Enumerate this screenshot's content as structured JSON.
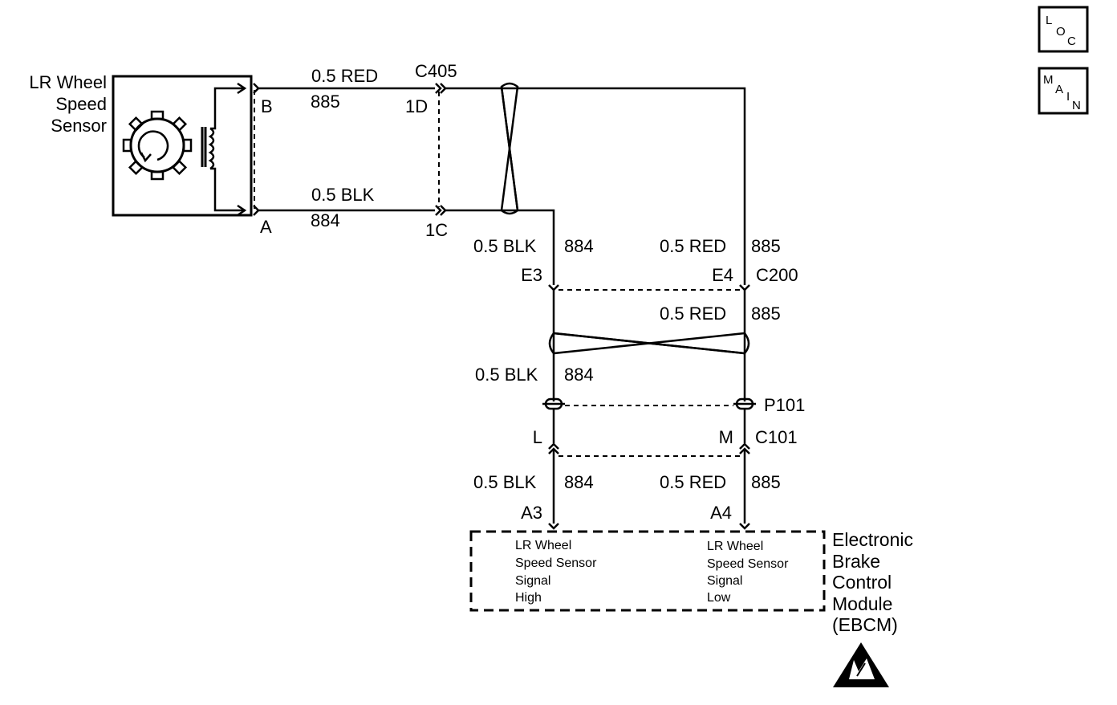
{
  "nav": {
    "loc": {
      "l1": "L",
      "l2": "O",
      "l3": "C"
    },
    "main": {
      "l1": "M",
      "l2": "A",
      "l3": "I",
      "l4": "N"
    }
  },
  "sensor": {
    "name_line1": "LR Wheel",
    "name_line2": "Speed",
    "name_line3": "Sensor",
    "pin_b": "B",
    "pin_a": "A"
  },
  "wires": {
    "top_gauge_color": "0.5 RED",
    "top_circuit": "885",
    "bottom_gauge_color": "0.5 BLK",
    "bottom_circuit": "884",
    "left_col_gauge_color_1": "0.5 BLK",
    "left_col_circuit_1": "884",
    "right_col_gauge_color_1": "0.5 RED",
    "right_col_circuit_1": "885",
    "right_col_gauge_color_2": "0.5 RED",
    "right_col_circuit_2": "885",
    "left_col_gauge_color_2": "0.5 BLK",
    "left_col_circuit_2": "884",
    "left_col_gauge_color_3": "0.5 BLK",
    "left_col_circuit_3": "884",
    "right_col_gauge_color_3": "0.5 RED",
    "right_col_circuit_3": "885"
  },
  "connectors": {
    "c405": {
      "name": "C405",
      "pin_1d": "1D",
      "pin_1c": "1C"
    },
    "c200": {
      "name": "C200",
      "pin_e3": "E3",
      "pin_e4": "E4"
    },
    "p101": {
      "name": "P101"
    },
    "c101": {
      "name": "C101",
      "pin_l": "L",
      "pin_m": "M"
    },
    "ebcm_pins": {
      "a3": "A3",
      "a4": "A4"
    }
  },
  "ebcm": {
    "name_line1": "Electronic",
    "name_line2": "Brake",
    "name_line3": "Control",
    "name_line4": "Module",
    "name_line5": "(EBCM)",
    "left_fn_line1": "LR Wheel",
    "left_fn_line2": "Speed Sensor",
    "left_fn_line3": "Signal",
    "left_fn_line4": "High",
    "right_fn_line1": "LR Wheel",
    "right_fn_line2": "Speed Sensor",
    "right_fn_line3": "Signal",
    "right_fn_line4": "Low"
  },
  "icons": {
    "esd": "esd-warning-icon",
    "sensor": "wheel-speed-sensor-icon",
    "twist": "twisted-pair-icon"
  },
  "colors": {
    "ink": "#000000",
    "background": "#ffffff"
  }
}
